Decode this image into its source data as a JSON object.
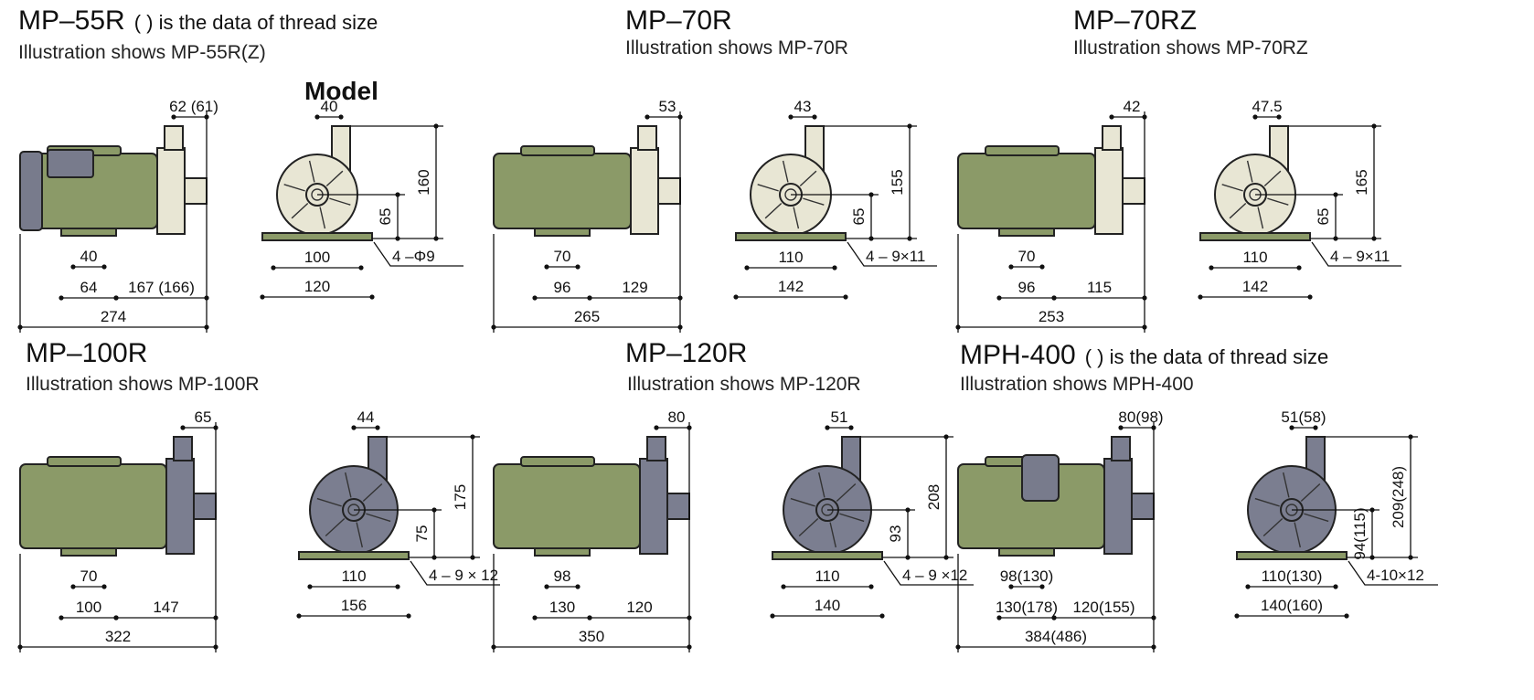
{
  "page": {
    "model_label": "Model",
    "colors": {
      "motor_green": "#8b9a68",
      "casing_cream": "#e8e6d4",
      "casing_grey": "#7b7e90",
      "line": "#111111"
    }
  },
  "panels": [
    {
      "id": "mp-55r",
      "title": "MP–55R",
      "title_note": "(   ) is the data of thread size",
      "subtitle": "Illustration shows MP-55R(Z)",
      "casing": "cream",
      "side_view": {
        "outlet_offset": "62 (61)",
        "foot_inner": "40",
        "foot_outer": "64",
        "front_length": "167 (166)",
        "overall_length": "274"
      },
      "front_view": {
        "outlet_offset": "40",
        "height": "160",
        "shaft_height": "65",
        "base_inner": "100",
        "base_outer": "120",
        "holes": "4 –Φ9"
      }
    },
    {
      "id": "mp-70r",
      "title": "MP–70R",
      "title_note": "",
      "subtitle": "Illustration shows MP-70R",
      "casing": "cream",
      "side_view": {
        "outlet_offset": "53",
        "foot_inner": "70",
        "foot_outer": "96",
        "front_length": "129",
        "overall_length": "265"
      },
      "front_view": {
        "outlet_offset": "43",
        "height": "155",
        "shaft_height": "65",
        "base_inner": "110",
        "base_outer": "142",
        "holes": "4 – 9×11"
      }
    },
    {
      "id": "mp-70rz",
      "title": "MP–70RZ",
      "title_note": "",
      "subtitle": "Illustration shows MP-70RZ",
      "casing": "cream",
      "side_view": {
        "outlet_offset": "42",
        "foot_inner": "70",
        "foot_outer": "96",
        "front_length": "115",
        "overall_length": "253"
      },
      "front_view": {
        "outlet_offset": "47.5",
        "height": "165",
        "shaft_height": "65",
        "base_inner": "110",
        "base_outer": "142",
        "holes": "4 – 9×11"
      }
    },
    {
      "id": "mp-100r",
      "title": "MP–100R",
      "title_note": "",
      "subtitle": "Illustration shows MP-100R",
      "casing": "grey",
      "side_view": {
        "outlet_offset": "65",
        "foot_inner": "70",
        "foot_outer": "100",
        "front_length": "147",
        "overall_length": "322"
      },
      "front_view": {
        "outlet_offset": "44",
        "height": "175",
        "shaft_height": "75",
        "base_inner": "110",
        "base_outer": "156",
        "holes": "4 – 9 × 12"
      }
    },
    {
      "id": "mp-120r",
      "title": "MP–120R",
      "title_note": "",
      "subtitle": "Illustration shows MP-120R",
      "casing": "grey",
      "side_view": {
        "outlet_offset": "80",
        "foot_inner": "98",
        "foot_outer": "130",
        "front_length": "120",
        "overall_length": "350"
      },
      "front_view": {
        "outlet_offset": "51",
        "height": "208",
        "shaft_height": "93",
        "base_inner": "110",
        "base_outer": "140",
        "holes": "4 – 9 ×12"
      }
    },
    {
      "id": "mph-400",
      "title": "MPH-400",
      "title_note": "(   ) is the data of thread size",
      "subtitle": "Illustration shows MPH-400",
      "casing": "grey",
      "side_view": {
        "outlet_offset": "80(98)",
        "foot_inner": "98(130)",
        "foot_outer": "130(178)",
        "front_length": "120(155)",
        "overall_length": "384(486)"
      },
      "front_view": {
        "outlet_offset": "51(58)",
        "height": "209(248)",
        "shaft_height": "94(115)",
        "base_inner": "110(130)",
        "base_outer": "140(160)",
        "holes": "4-10×12"
      }
    }
  ]
}
